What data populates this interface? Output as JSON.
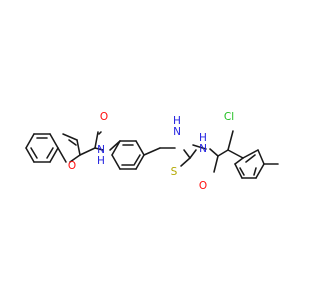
{
  "colors": {
    "bond": "#1a1a1a",
    "O": "#ff0d0d",
    "N": "#2323e0",
    "S": "#b3a800",
    "Cl": "#1fbf1f"
  },
  "atom_labels": {
    "o_ring": "O",
    "o_amide1": "O",
    "nh_amide1": "N",
    "h_amide1": "H",
    "nh_thio1": "N",
    "h_thio1": "H",
    "s_thio": "S",
    "nh_thio2": "N",
    "h_thio2": "H",
    "o_amide2": "O",
    "cl": "Cl"
  }
}
